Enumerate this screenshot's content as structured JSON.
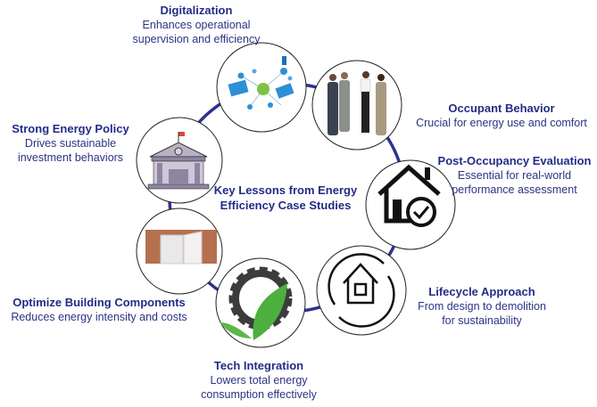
{
  "center_title": [
    "Key Lessons from Energy",
    "Efficiency Case Studies"
  ],
  "accent_color": "#2e3192",
  "items": [
    {
      "id": "digitalization",
      "title": "Digitalization",
      "desc": [
        "Enhances operational",
        "supervision and efficiency"
      ],
      "icon": "digital-network-icon"
    },
    {
      "id": "occupant",
      "title": "Occupant Behavior",
      "desc": [
        "Crucial for energy use and comfort"
      ],
      "icon": "people-icon"
    },
    {
      "id": "poe",
      "title": "Post-Occupancy Evaluation",
      "desc": [
        "Essential for real-world",
        "performance assessment"
      ],
      "icon": "house-check-icon"
    },
    {
      "id": "lifecycle",
      "title": "Lifecycle Approach",
      "desc": [
        "From design to demolition",
        "for sustainability"
      ],
      "icon": "house-cycle-icon"
    },
    {
      "id": "tech",
      "title": "Tech Integration",
      "desc": [
        "Lowers total energy",
        "consumption effectively"
      ],
      "icon": "gear-leaf-icon"
    },
    {
      "id": "components",
      "title": "Optimize Building Components",
      "desc": [
        "Reduces energy intensity and costs"
      ],
      "icon": "window-icon"
    },
    {
      "id": "policy",
      "title": "Strong Energy Policy",
      "desc": [
        "Drives sustainable",
        "investment behaviors"
      ],
      "icon": "government-building-icon"
    }
  ]
}
